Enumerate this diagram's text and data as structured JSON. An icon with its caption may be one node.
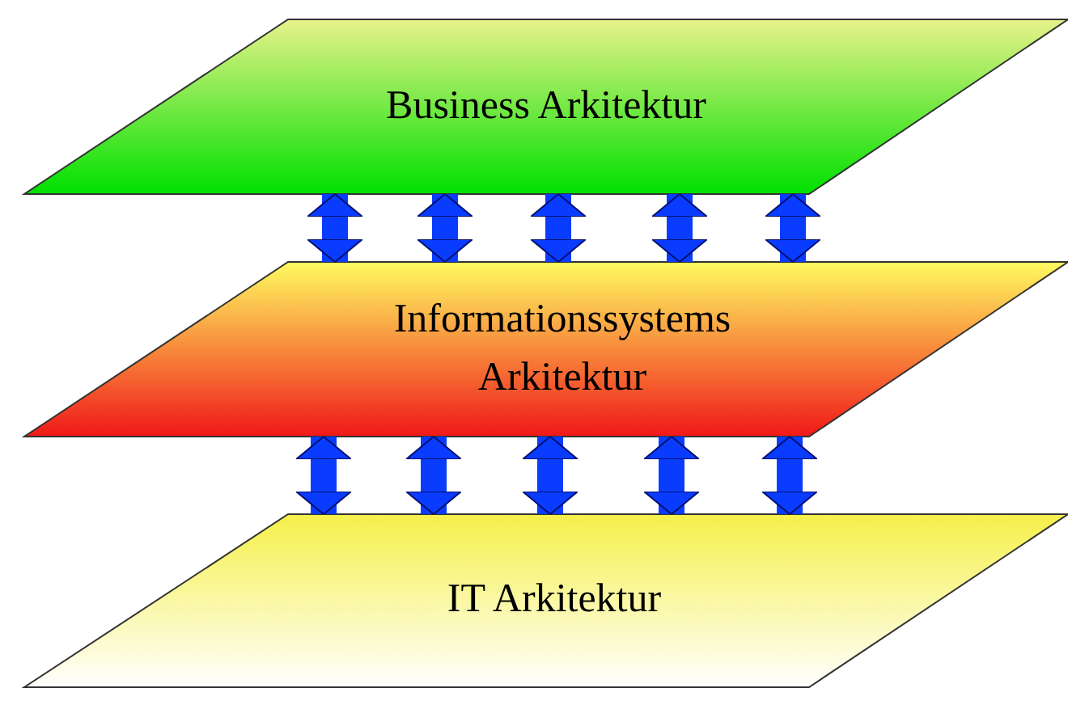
{
  "diagram": {
    "nodes": [
      {
        "text": [
          "Business Arkitektur"
        ]
      },
      {
        "text": [
          "Informationssystems Arkitektur"
        ]
      },
      {
        "text": [
          "IT Arkitektur"
        ]
      }
    ],
    "edges": [
      {
        "from": 0,
        "to": 1,
        "arrow": "both"
      },
      {
        "from": 0,
        "to": 1,
        "arrow": "both"
      },
      {
        "from": 0,
        "to": 1,
        "arrow": "both"
      },
      {
        "from": 0,
        "to": 1,
        "arrow": "both"
      },
      {
        "from": 0,
        "to": 1,
        "arrow": "both"
      },
      {
        "from": 1,
        "to": 2,
        "arrow": "both"
      },
      {
        "from": 1,
        "to": 2,
        "arrow": "both"
      },
      {
        "from": 1,
        "to": 2,
        "arrow": "both"
      },
      {
        "from": 1,
        "to": 2,
        "arrow": "both"
      },
      {
        "from": 1,
        "to": 2,
        "arrow": "both"
      }
    ]
  }
}
